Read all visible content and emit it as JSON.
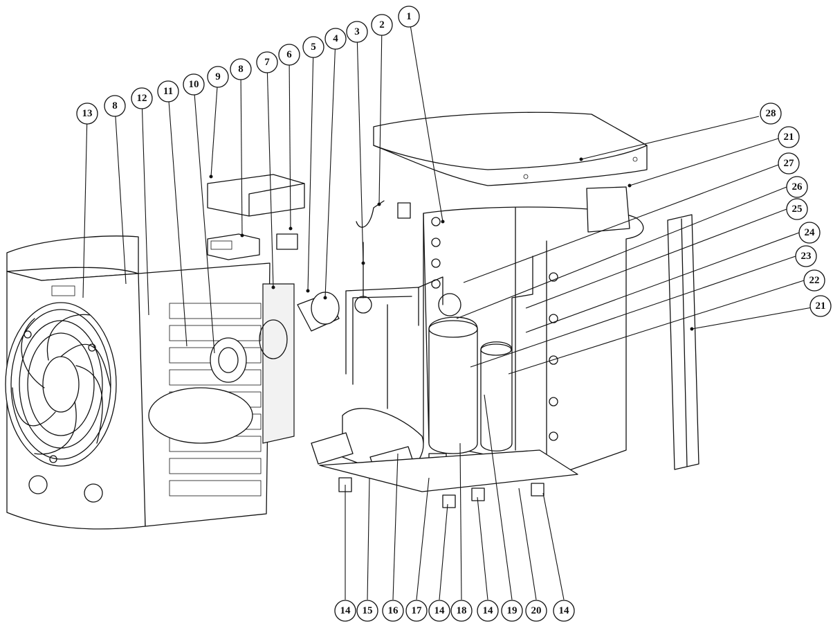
{
  "diagram": {
    "callouts": [
      {
        "id": "c-1",
        "label": "1"
      },
      {
        "id": "c-2",
        "label": "2"
      },
      {
        "id": "c-3",
        "label": "3"
      },
      {
        "id": "c-4",
        "label": "4"
      },
      {
        "id": "c-5",
        "label": "5"
      },
      {
        "id": "c-6",
        "label": "6"
      },
      {
        "id": "c-7",
        "label": "7"
      },
      {
        "id": "c-8a",
        "label": "8"
      },
      {
        "id": "c-9",
        "label": "9"
      },
      {
        "id": "c-10",
        "label": "10"
      },
      {
        "id": "c-11",
        "label": "11"
      },
      {
        "id": "c-12",
        "label": "12"
      },
      {
        "id": "c-8b",
        "label": "8"
      },
      {
        "id": "c-13",
        "label": "13"
      },
      {
        "id": "c-28",
        "label": "28"
      },
      {
        "id": "c-21a",
        "label": "21"
      },
      {
        "id": "c-27",
        "label": "27"
      },
      {
        "id": "c-26",
        "label": "26"
      },
      {
        "id": "c-25",
        "label": "25"
      },
      {
        "id": "c-24",
        "label": "24"
      },
      {
        "id": "c-23",
        "label": "23"
      },
      {
        "id": "c-22",
        "label": "22"
      },
      {
        "id": "c-21b",
        "label": "21"
      },
      {
        "id": "c-14a",
        "label": "14"
      },
      {
        "id": "c-15",
        "label": "15"
      },
      {
        "id": "c-16",
        "label": "16"
      },
      {
        "id": "c-17",
        "label": "17"
      },
      {
        "id": "c-14b",
        "label": "14"
      },
      {
        "id": "c-18",
        "label": "18"
      },
      {
        "id": "c-14c",
        "label": "14"
      },
      {
        "id": "c-19",
        "label": "19"
      },
      {
        "id": "c-20",
        "label": "20"
      },
      {
        "id": "c-14d",
        "label": "14"
      }
    ]
  }
}
